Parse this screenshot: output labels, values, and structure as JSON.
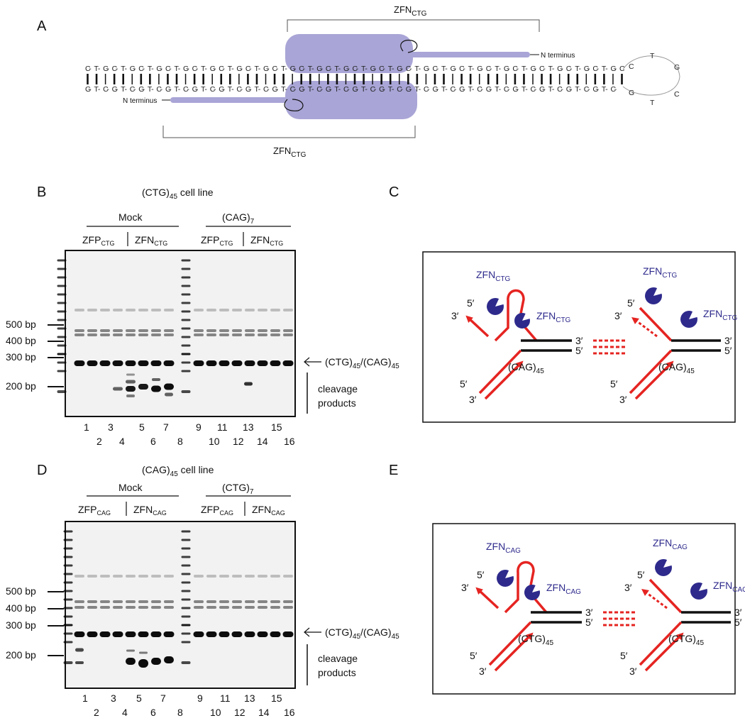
{
  "colors": {
    "zfn_protein": "#a9a5d6",
    "strand_red": "#e52421",
    "strand_black": "#111111",
    "zfn_text_blue": "#2e2a8c",
    "gel_bg": "#f2f2f2"
  },
  "panelA": {
    "letter": "A",
    "top_strand": [
      "C",
      "T",
      "G",
      "C",
      "T",
      "G",
      "C",
      "T",
      "G",
      "C",
      "T",
      "G",
      "C",
      "T",
      "G",
      "C",
      "T",
      "G",
      "C",
      "T",
      "G",
      "C",
      "T",
      "G",
      "C",
      "T",
      "G",
      "C",
      "T",
      "G",
      "C",
      "T",
      "G",
      "C",
      "T",
      "G",
      "C",
      "T",
      "G",
      "C",
      "T",
      "G",
      "C",
      "T",
      "G",
      "C",
      "T",
      "G",
      "C",
      "T",
      "G",
      "C",
      "T",
      "G",
      "C",
      "T",
      "G",
      "C",
      "T",
      "G",
      "C",
      "T",
      "G"
    ],
    "bottom_strand": [
      "G",
      "T",
      "C",
      "G",
      "T",
      "C",
      "G",
      "T",
      "C",
      "G",
      "T",
      "C",
      "G",
      "T",
      "C",
      "G",
      "T",
      "C",
      "G",
      "T",
      "C",
      "G",
      "T",
      "C",
      "G",
      "T",
      "C",
      "G",
      "T",
      "C",
      "G",
      "T",
      "C",
      "G",
      "T",
      "C",
      "G",
      "T",
      "C",
      "G",
      "T",
      "C",
      "G",
      "T",
      "C",
      "G",
      "T",
      "C",
      "G",
      "T",
      "C",
      "G",
      "T",
      "C",
      "G",
      "T",
      "C",
      "G",
      "T",
      "C"
    ],
    "loop_letters": [
      "C",
      "T",
      "G",
      "C",
      "T",
      "G"
    ],
    "zfn_label_main": "ZFN",
    "zfn_label_sub": "CTG",
    "n_terminus": "N terminus"
  },
  "panelB": {
    "letter": "B",
    "title_main": "(CTG)",
    "title_sub": "45",
    "title_rest": " cell line",
    "group1": "Mock",
    "group2_main": "(CAG)",
    "group2_sub": "7",
    "sub1_main": "ZFP",
    "sub1_sub": "CTG",
    "sub2_main": "ZFN",
    "sub2_sub": "CTG",
    "markers": [
      "500 bp",
      "400 bp",
      "300 bp",
      "200 bp"
    ],
    "arrow_label": "(CTG)45/(CAG)45",
    "cleavage_line1": "cleavage",
    "cleavage_line2": "products",
    "lanes_odd": [
      "1",
      "3",
      "5",
      "7",
      "9",
      "11",
      "13",
      "15"
    ],
    "lanes_even": [
      "2",
      "4",
      "6",
      "8",
      "10",
      "12",
      "14",
      "16"
    ]
  },
  "panelC": {
    "letter": "C",
    "zfn_main": "ZFN",
    "zfn_sub": "CTG",
    "repeat_main": "(CAG)",
    "repeat_sub": "45",
    "five": "5′",
    "three": "3′"
  },
  "panelD": {
    "letter": "D",
    "title_main": "(CAG)",
    "title_sub": "45",
    "title_rest": " cell line",
    "group1": "Mock",
    "group2_main": "(CTG)",
    "group2_sub": "7",
    "sub1_main": "ZFP",
    "sub1_sub": "CAG",
    "sub2_main": "ZFN",
    "sub2_sub": "CAG",
    "markers": [
      "500 bp",
      "400 bp",
      "300 bp",
      "200 bp"
    ],
    "arrow_label": "(CTG)45/(CAG)45",
    "cleavage_line1": "cleavage",
    "cleavage_line2": "products",
    "lanes_odd": [
      "1",
      "3",
      "5",
      "7",
      "9",
      "11",
      "13",
      "15"
    ],
    "lanes_even": [
      "2",
      "4",
      "6",
      "8",
      "10",
      "12",
      "14",
      "16"
    ]
  },
  "panelE": {
    "letter": "E",
    "zfn_main": "ZFN",
    "zfn_sub": "CAG",
    "repeat_main": "(CTG)",
    "repeat_sub": "45",
    "five": "5′",
    "three": "3′"
  }
}
